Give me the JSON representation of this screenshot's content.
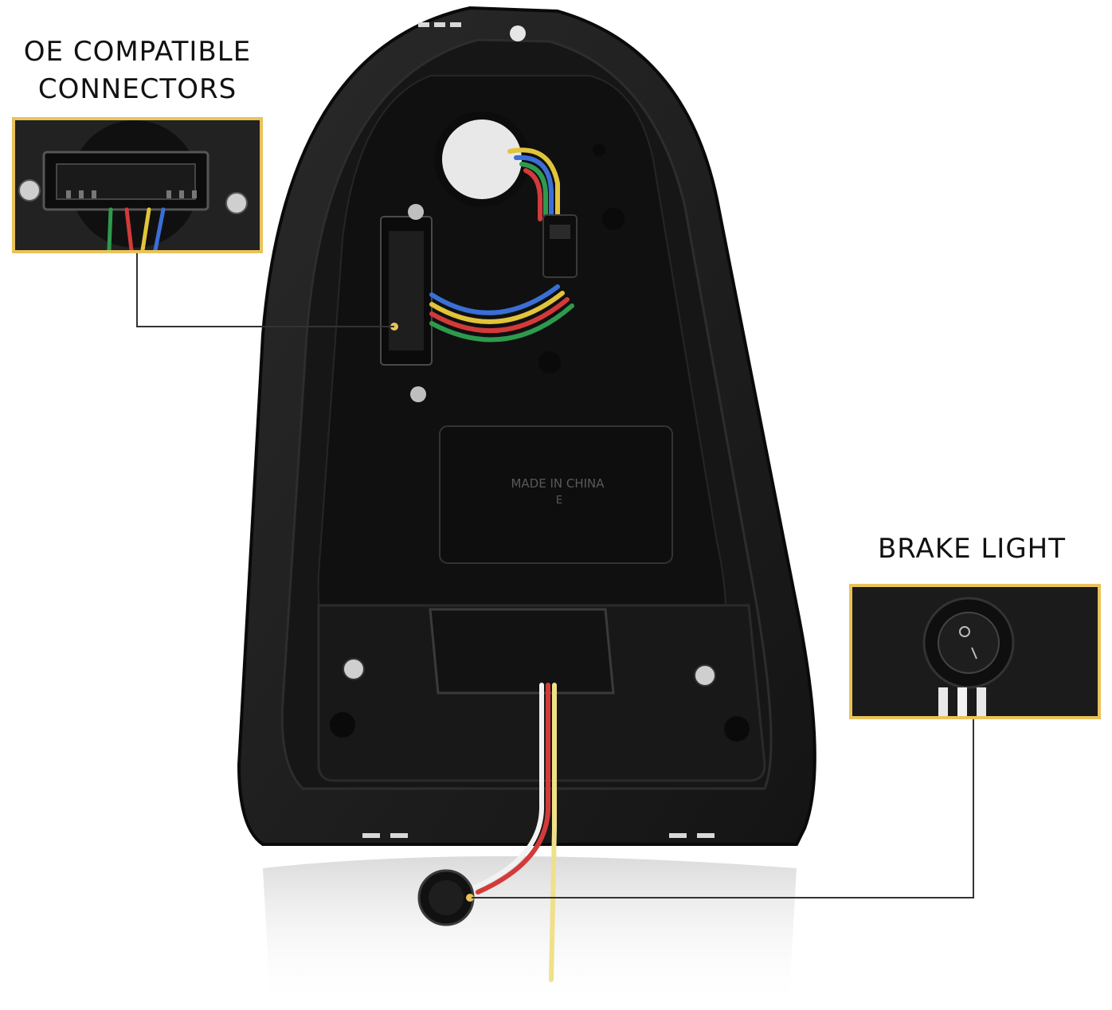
{
  "callouts": {
    "connector": {
      "label_line1": "OE COMPATIBLE",
      "label_line2": "CONNECTORS"
    },
    "brake_light": {
      "label": "BRAKE LIGHT"
    }
  },
  "housing_text": {
    "made_in": "MADE IN CHINA",
    "mark": "E"
  },
  "colors": {
    "inset_border": "#e9c35a",
    "housing": "#1b1b1b",
    "callout_line": "#333333",
    "label_text": "#111111"
  }
}
